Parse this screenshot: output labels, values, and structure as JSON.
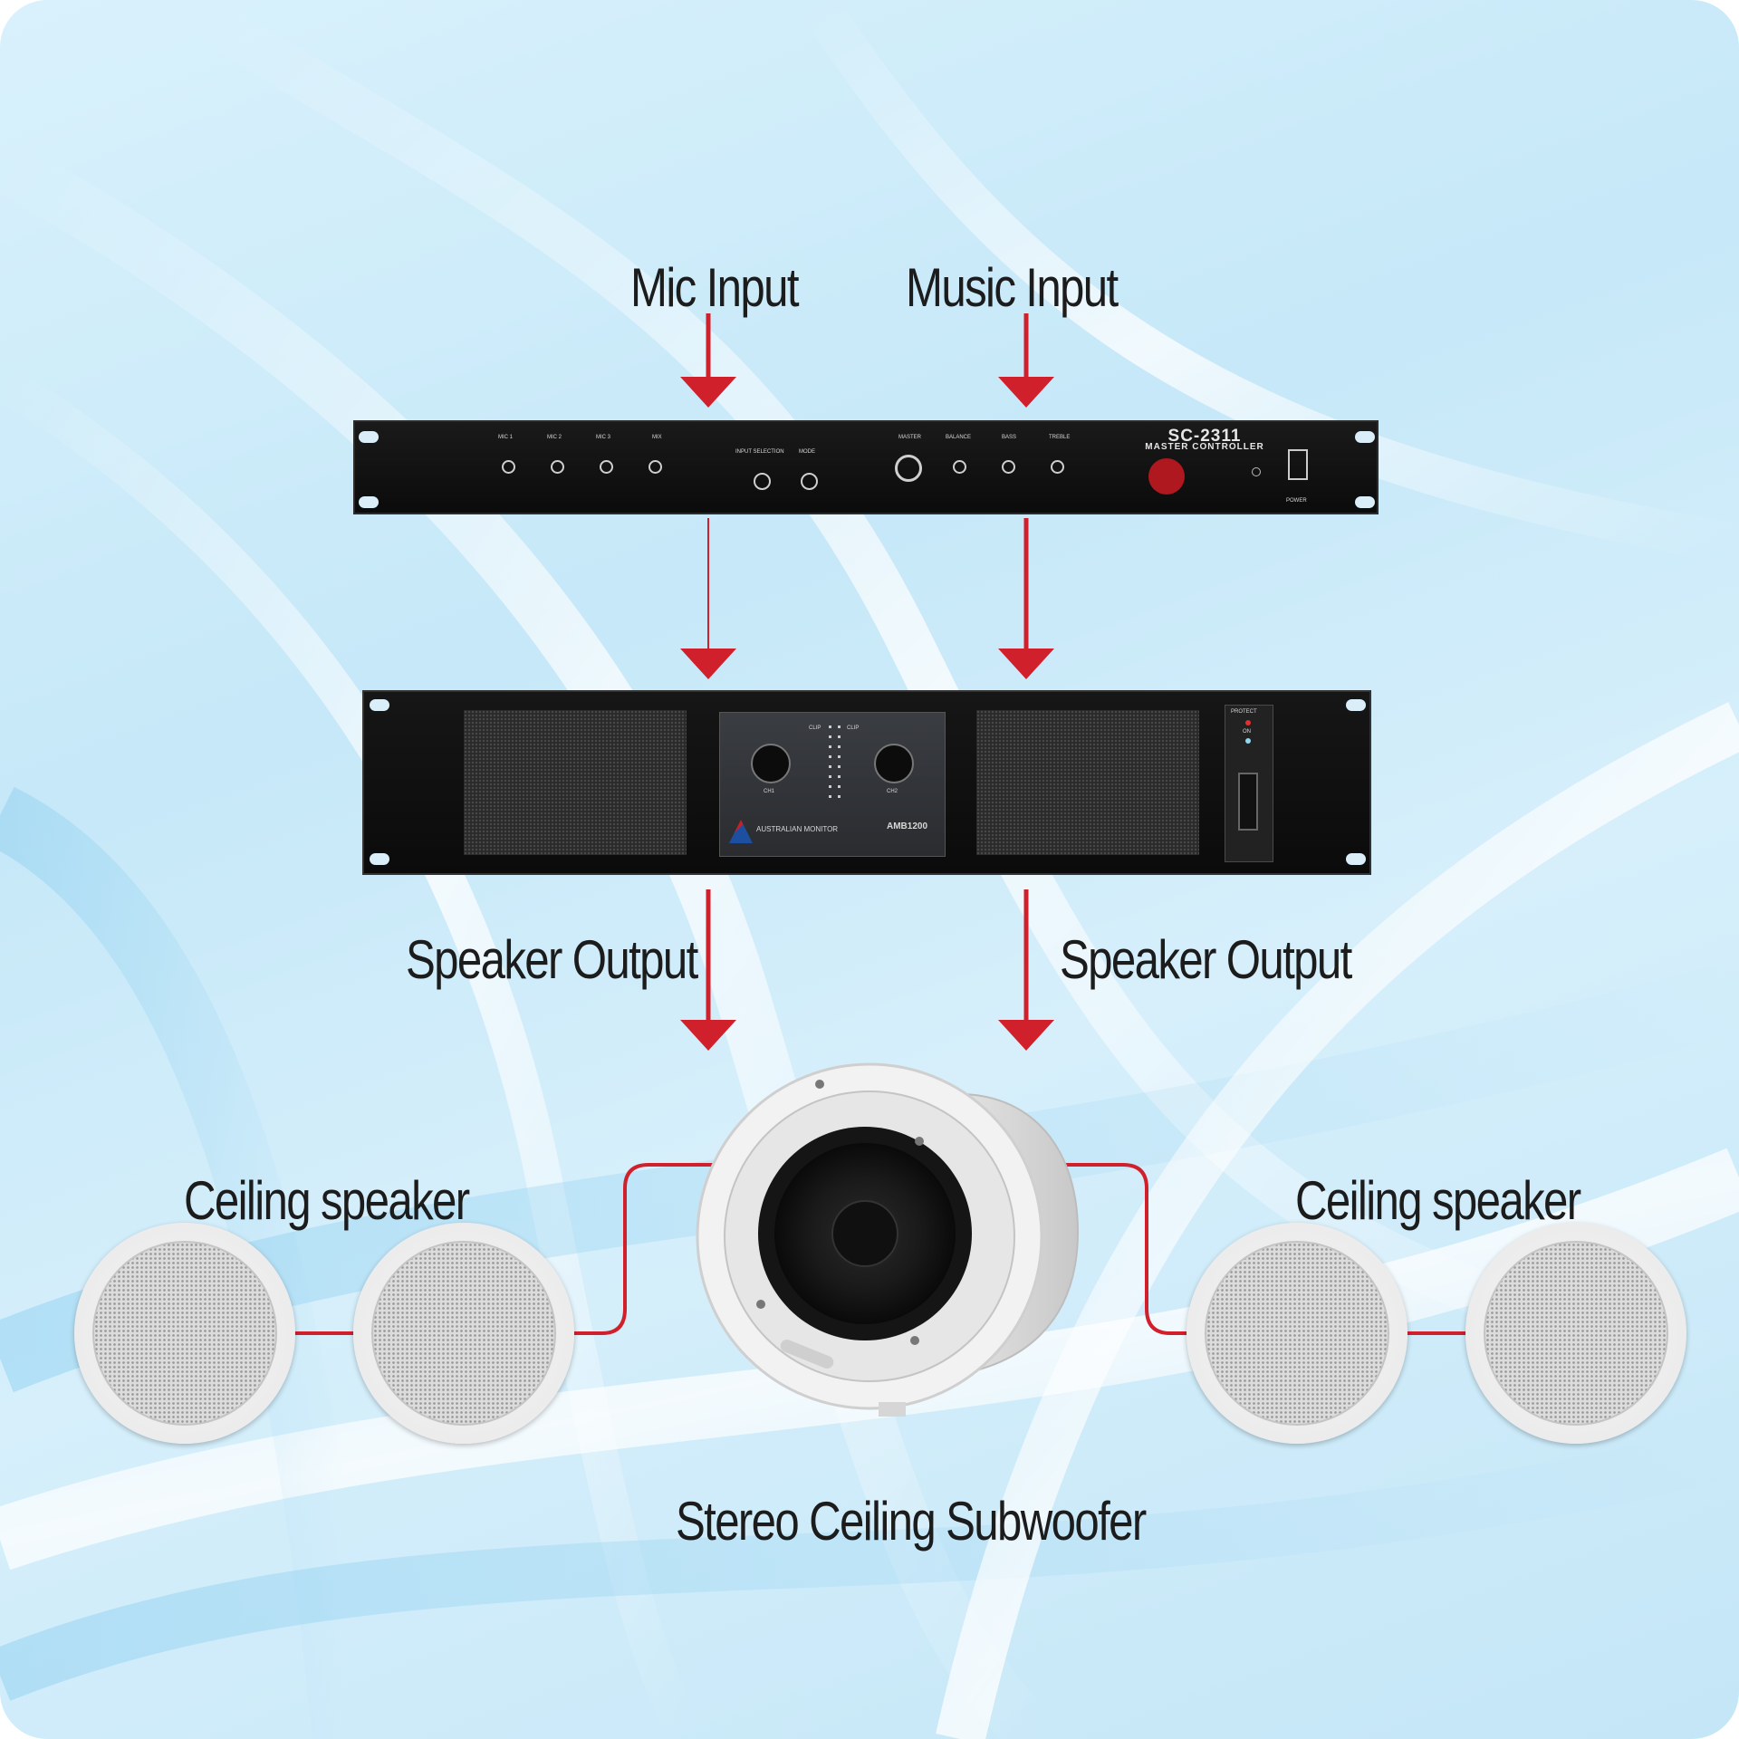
{
  "labels": {
    "mic_input": "Mic Input",
    "music_input": "Music Input",
    "speaker_output_left": "Speaker Output",
    "speaker_output_right": "Speaker Output",
    "ceiling_speaker_left": "Ceiling speaker",
    "ceiling_speaker_right": "Ceiling speaker",
    "subwoofer": "Stereo Ceiling Subwoofer"
  },
  "controller": {
    "model": "SC-2311",
    "subtitle": "MASTER CONTROLLER",
    "power_label": "POWER",
    "knob_labels": [
      "MIC 1",
      "MIC 2",
      "MIC 3",
      "MIX",
      "INPUT SELECTION",
      "MODE",
      "MASTER",
      "BALANCE",
      "BASS",
      "TREBLE"
    ]
  },
  "amplifier": {
    "model": "AMB1200",
    "brand": "AUSTRALIAN MONITOR",
    "protect_label": "PROTECT",
    "on_label": "ON",
    "ch1_label": "CH1",
    "ch2_label": "CH2",
    "clip_label": "CLIP"
  },
  "colors": {
    "arrow": "#d0202c",
    "wire": "#d0202c",
    "label_text": "#1c1c1c"
  }
}
